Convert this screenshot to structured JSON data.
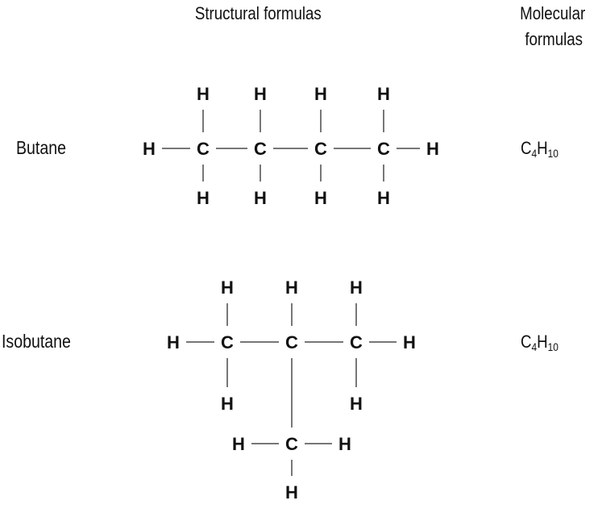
{
  "headers": {
    "structural": "Structural formulas",
    "molecular_line1": "Molecular",
    "molecular_line2": "formulas"
  },
  "molecules": [
    {
      "name": "Butane",
      "formula": {
        "c": "C",
        "c_count": "4",
        "h": "H",
        "h_count": "10"
      },
      "atoms": [
        "C",
        "C",
        "C",
        "C",
        "H",
        "H",
        "H",
        "H",
        "H",
        "H",
        "H",
        "H",
        "H",
        "H"
      ]
    },
    {
      "name": "Isobutane",
      "formula": {
        "c": "C",
        "c_count": "4",
        "h": "H",
        "h_count": "10"
      },
      "atoms": [
        "C",
        "C",
        "C",
        "C",
        "H",
        "H",
        "H",
        "H",
        "H",
        "H",
        "H",
        "H",
        "H",
        "H"
      ]
    }
  ],
  "colors": {
    "bond": "#777777",
    "text": "#111111"
  }
}
